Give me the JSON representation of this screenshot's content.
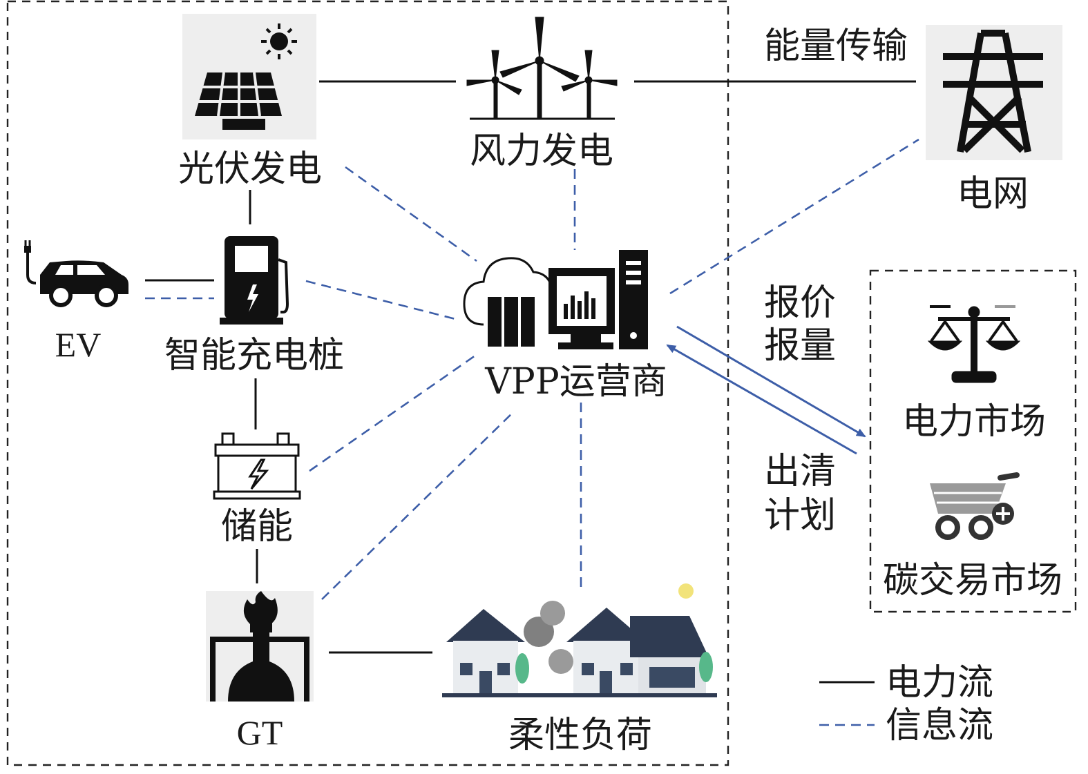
{
  "nodes": {
    "pv": "光伏发电",
    "wind": "风力发电",
    "grid": "电网",
    "ev": "EV",
    "charger": "智能充电桩",
    "vpp": "VPP运营商",
    "storage": "储能",
    "gt": "GT",
    "flexible_load": "柔性负荷",
    "power_market": "电力市场",
    "carbon_market": "碳交易市场"
  },
  "edge_labels": {
    "energy_transfer": "能量传输",
    "bid_line1": "报价",
    "bid_line2": "报量",
    "clearing_line1": "出清",
    "clearing_line2": "计划"
  },
  "legend": {
    "power_flow": "电力流",
    "info_flow": "信息流"
  },
  "colors": {
    "power_line": "#111111",
    "info_line": "#3d5ea8",
    "arrow": "#3d5ea8"
  },
  "icons": {
    "pv": "solar-panel-icon",
    "wind": "wind-turbine-icon",
    "grid": "transmission-tower-icon",
    "ev": "electric-car-icon",
    "charger": "charging-station-icon",
    "vpp": "cloud-server-icon",
    "storage": "battery-icon",
    "gt": "gas-turbine-icon",
    "flexible_load": "houses-icon",
    "power_market": "balance-scale-icon",
    "carbon_market": "cart-icon"
  }
}
